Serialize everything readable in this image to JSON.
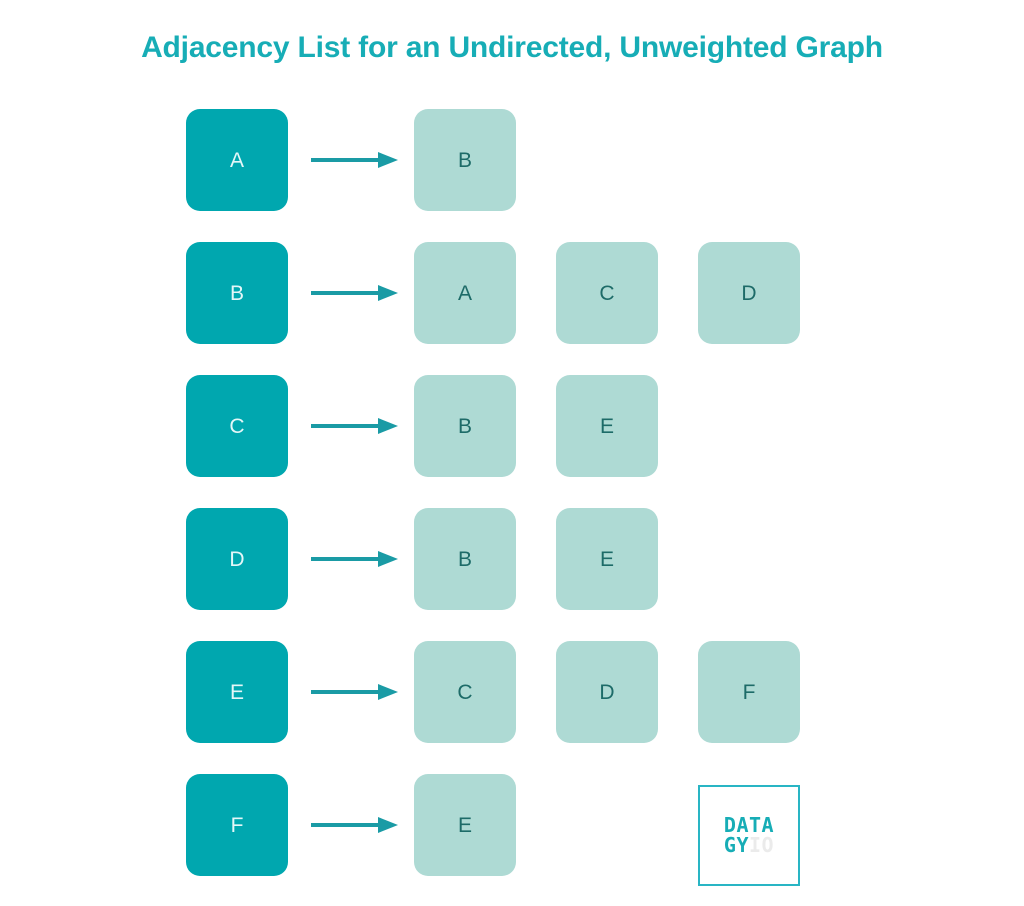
{
  "figure": {
    "title": "Adjacency List for an Undirected, Unweighted Graph",
    "background_color": "#FFFFFF",
    "title_color": "#17ADB6"
  },
  "colors": {
    "source_node_fill": "#00A7AF",
    "source_node_text": "#E4F7F8",
    "neighbor_node_fill": "#AEDAD4",
    "neighbor_node_text": "#1D6B68",
    "arrow_color": "#1A9BA5",
    "logo_border": "#29B5C4",
    "logo_primary_text": "#17ADB6",
    "logo_secondary_text": "#EBEBEB"
  },
  "adjacency": {
    "rows": [
      {
        "source": "A",
        "neighbors": [
          "B"
        ]
      },
      {
        "source": "B",
        "neighbors": [
          "A",
          "C",
          "D"
        ]
      },
      {
        "source": "C",
        "neighbors": [
          "B",
          "E"
        ]
      },
      {
        "source": "D",
        "neighbors": [
          "B",
          "E"
        ]
      },
      {
        "source": "E",
        "neighbors": [
          "C",
          "D",
          "F"
        ]
      },
      {
        "source": "F",
        "neighbors": [
          "E"
        ]
      }
    ]
  },
  "logo": {
    "line_1": "DATA",
    "line_2_primary": "GY",
    "line_2_secondary": "IO"
  }
}
